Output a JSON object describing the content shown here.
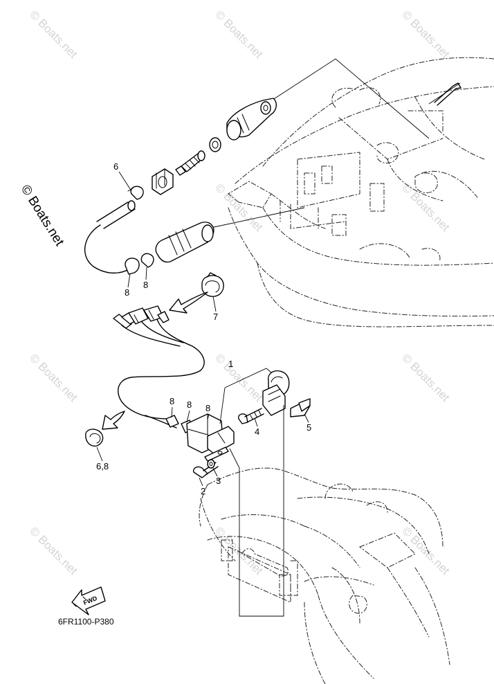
{
  "watermark": {
    "text": "© Boats.net"
  },
  "side_watermark": {
    "text": "© Boats.net"
  },
  "diagram_code": "6FR1100-P380",
  "fwd_label": "FWD",
  "callouts": {
    "c1": "1",
    "c2": "2",
    "c3": "3",
    "c4": "4",
    "c5": "5",
    "c6": "6",
    "c6_8": "6,8",
    "c7": "7",
    "c8a": "8",
    "c8b": "8",
    "c8c": "8",
    "c8d": "8",
    "c8e": "8"
  }
}
